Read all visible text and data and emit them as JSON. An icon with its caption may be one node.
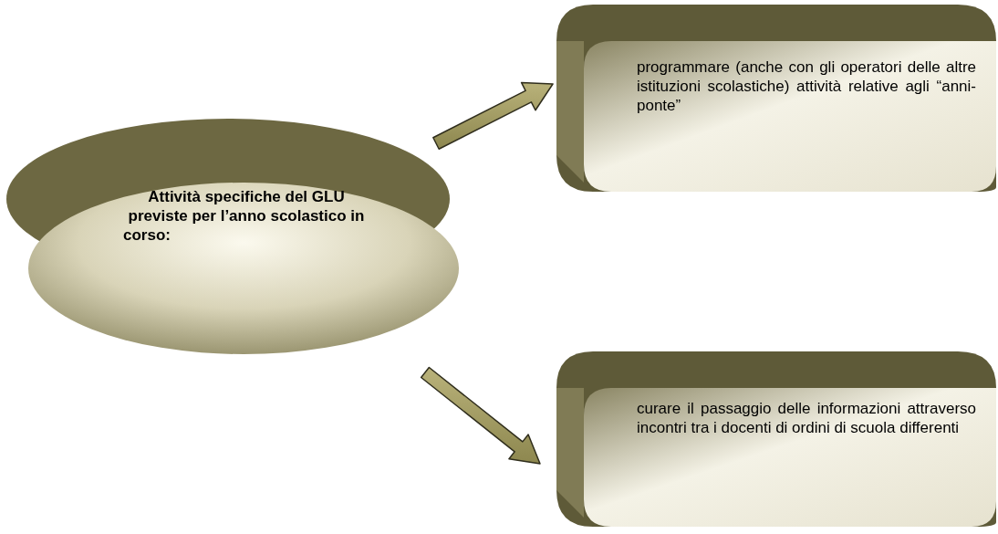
{
  "diagram": {
    "nodes": [
      {
        "text": [
          "Attività specifiche del GLU previste per l’anno scolastico in corso:"
        ]
      },
      {
        "text": [
          "programmare (anche con gli operatori delle altre istituzioni scolastiche) attività relative agli “anni-ponte”"
        ]
      },
      {
        "text": [
          "curare il passaggio delle informazioni attraverso incontri tra i docenti di ordini di scuola differenti"
        ]
      }
    ],
    "edges": [
      {
        "from": 0,
        "to": 1,
        "arrow": "to"
      },
      {
        "from": 0,
        "to": 2,
        "arrow": "to"
      }
    ]
  }
}
